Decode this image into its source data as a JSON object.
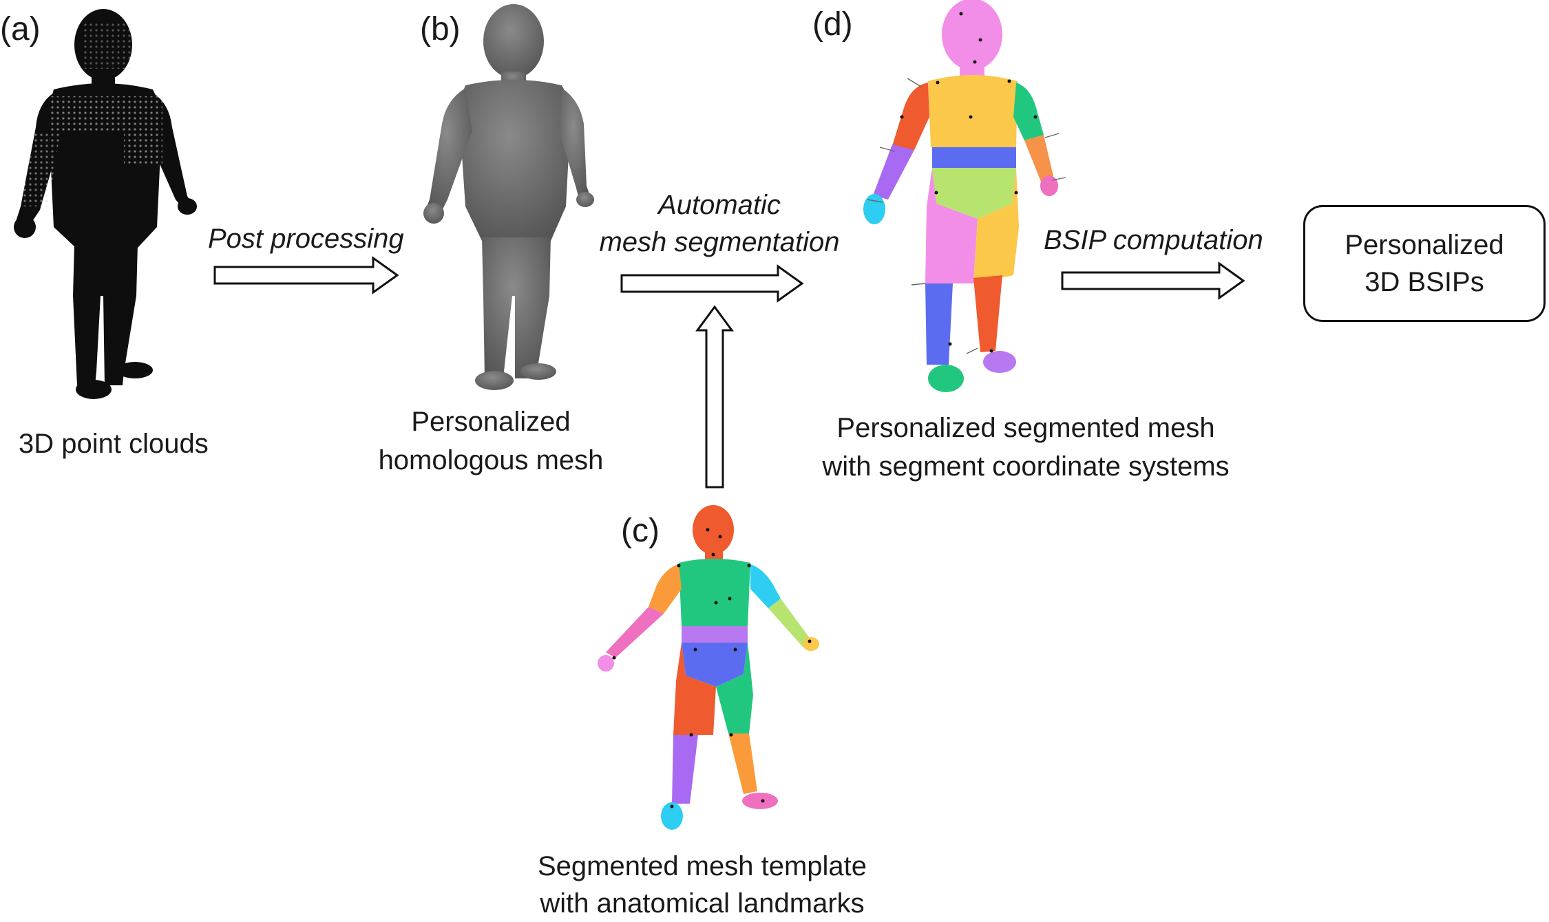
{
  "panels": {
    "a": {
      "label": "(a)",
      "caption": [
        "3D point clouds"
      ]
    },
    "b": {
      "label": "(b)",
      "caption": [
        "Personalized",
        "homologous mesh"
      ]
    },
    "c": {
      "label": "(c)",
      "caption": [
        "Segmented mesh template",
        "with anatomical landmarks"
      ]
    },
    "d": {
      "label": "(d)",
      "caption": [
        "Personalized segmented mesh",
        "with segment coordinate systems"
      ]
    }
  },
  "arrows": {
    "post_processing": "Post processing",
    "segmentation": [
      "Automatic",
      "mesh segmentation"
    ],
    "bsip": "BSIP computation"
  },
  "result": [
    "Personalized",
    "3D BSIPs"
  ],
  "colors": {
    "point_cloud": "#0e0e0e",
    "mesh_gray": "#6f6f6f",
    "pink": "#f28ee8",
    "orange_red": "#ef5a2f",
    "yellow": "#fbc84a",
    "green": "#21c77e",
    "blue": "#5b6cf0",
    "lime": "#b7e36f",
    "purple": "#a86af2",
    "cyan": "#2ecdf2",
    "violet": "#b778f0"
  }
}
